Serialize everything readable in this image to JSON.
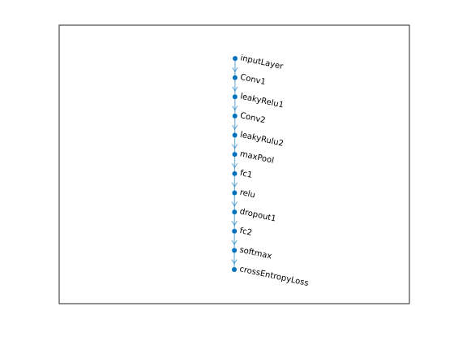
{
  "diagram": {
    "type": "layer-graph",
    "node_color": "#0072BD",
    "edge_color": "#0072BD",
    "axes_border_color": "#262626",
    "nodes": [
      "inputLayer",
      "Conv1",
      "leakyRelu1",
      "Conv2",
      "leakyRulu2",
      "maxPool",
      "fc1",
      "relu",
      "dropout1",
      "fc2",
      "softmax",
      "crossEntropyLoss"
    ],
    "edges": [
      [
        "inputLayer",
        "Conv1"
      ],
      [
        "Conv1",
        "leakyRelu1"
      ],
      [
        "leakyRelu1",
        "Conv2"
      ],
      [
        "Conv2",
        "leakyRulu2"
      ],
      [
        "leakyRulu2",
        "maxPool"
      ],
      [
        "maxPool",
        "fc1"
      ],
      [
        "fc1",
        "relu"
      ],
      [
        "relu",
        "dropout1"
      ],
      [
        "dropout1",
        "fc2"
      ],
      [
        "fc2",
        "softmax"
      ],
      [
        "softmax",
        "crossEntropyLoss"
      ]
    ]
  }
}
